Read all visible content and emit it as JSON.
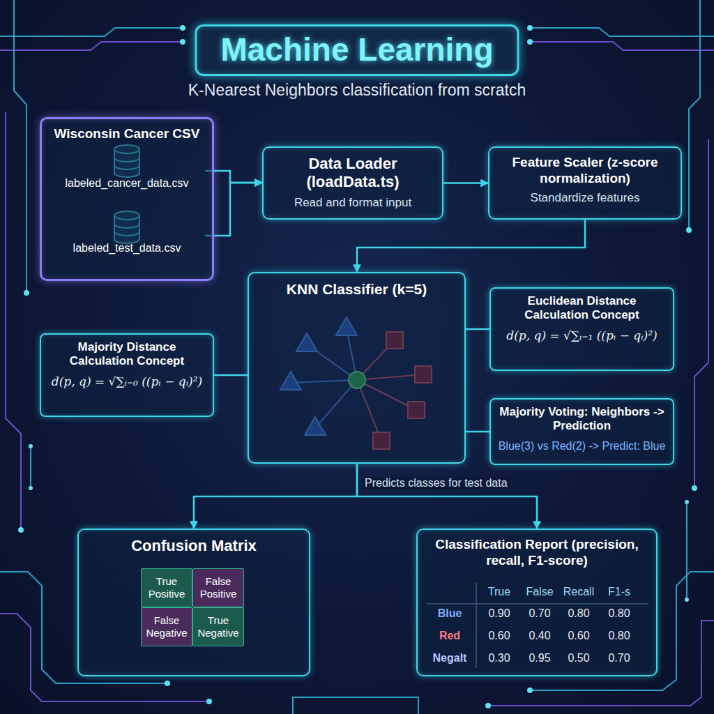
{
  "diagram": {
    "title": "Machine Learning",
    "nodes": [
      {
        "text": [
          "Wisconsin Cancer CSV"
        ]
      },
      {
        "text": [
          "labeled_cancer_data.csv"
        ],
        "in": 0
      },
      {
        "text": [
          "labeled_test_data.csv"
        ],
        "in": 0
      },
      {
        "text": [
          "Data Loader (loadData.ts)",
          "Read and format input"
        ]
      },
      {
        "text": [
          "Feature Scaler (z-score normalization)",
          "Standardize features"
        ]
      },
      {
        "text": [
          "KNN Classifier (k=5)"
        ]
      },
      {
        "text": [
          "Majority Distance Calculation Concept",
          "d(p, q) = √∑ᵢ₌₀ ((pᵢ − qᵢ)²)"
        ]
      },
      {
        "text": [
          "Euclidean Distance Calculation Concept",
          "d(p, q) = √∑ᵢ₌₁ ((pᵢ − qᵢ)²)"
        ]
      },
      {
        "text": [
          "Majority Voting: Neighbors -> Prediction",
          "Blue(3) vs Red(2) -> Predict: Blue"
        ]
      },
      {
        "text": [
          "Confusion Matrix"
        ]
      },
      {
        "text": [
          "True Positive"
        ],
        "in": 9
      },
      {
        "text": [
          "False Positive"
        ],
        "in": 9
      },
      {
        "text": [
          "False Negative"
        ],
        "in": 9
      },
      {
        "text": [
          "True Negative"
        ],
        "in": 9
      },
      {
        "text": [
          "Classification Report (precision, recall, F1-score)"
        ]
      }
    ],
    "edges": [
      {
        "from": 1,
        "to": 3,
        "arrow": "to"
      },
      {
        "from": 2,
        "to": 3,
        "arrow": "to"
      },
      {
        "from": 3,
        "to": 4,
        "arrow": "to"
      },
      {
        "from": 4,
        "to": 5,
        "arrow": "to"
      },
      {
        "from": 5,
        "to": 9,
        "label": "Predicts classes for test data",
        "arrow": "to"
      },
      {
        "from": 5,
        "to": 14,
        "arrow": "to"
      },
      {
        "from": 6,
        "to": 5,
        "arrow": "none"
      },
      {
        "from": 7,
        "to": 5,
        "arrow": "none"
      },
      {
        "from": 8,
        "to": 5,
        "arrow": "none"
      }
    ],
    "labels": [
      "K-Nearest Neighbors classification from scratch",
      "True",
      "False",
      "Recall",
      "F1-s",
      "Blue",
      "0.90",
      "0.70",
      "0.80",
      "0.80",
      "Red",
      "0.60",
      "0.40",
      "0.60",
      "0.80",
      "Negalt",
      "0.30",
      "0.95",
      "0.50",
      "0.70"
    ]
  }
}
